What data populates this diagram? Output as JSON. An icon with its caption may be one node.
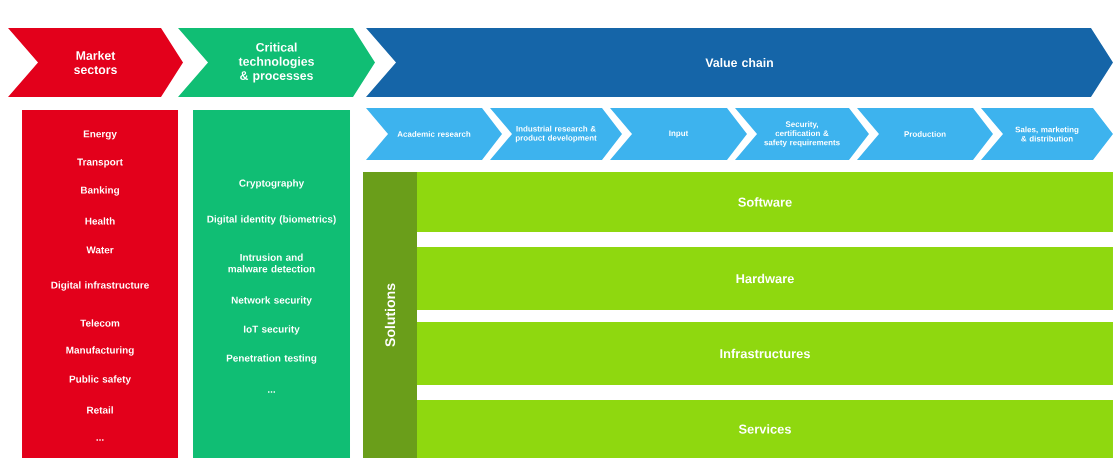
{
  "diagram": {
    "nodes": [
      {
        "text": [
          "Market sectors"
        ]
      },
      {
        "text": [
          "Critical technologies & processes"
        ]
      },
      {
        "text": [
          "Value chain"
        ]
      },
      {
        "text": [
          "Academic research"
        ]
      },
      {
        "text": [
          "Industrial research & product development"
        ]
      },
      {
        "text": [
          "Input"
        ]
      },
      {
        "text": [
          "Security, certification & safety requirements"
        ]
      },
      {
        "text": [
          "Production"
        ]
      },
      {
        "text": [
          "Sales, marketing & distribution"
        ]
      },
      {
        "text": [
          "Energy",
          "Transport",
          "Banking",
          "Health",
          "Water",
          "Digital infrastructure",
          "Telecom",
          "Manufacturing",
          "Public safety",
          "Retail",
          "..."
        ]
      },
      {
        "text": [
          "Cryptography",
          "Digital identity (biometrics)",
          "Intrusion and malware detection",
          "Network security",
          "IoT security",
          "Penetration testing",
          "..."
        ]
      },
      {
        "text": [
          "Solutions"
        ]
      },
      {
        "text": [
          "Software"
        ]
      },
      {
        "text": [
          "Hardware"
        ]
      },
      {
        "text": [
          "Infrastructures"
        ]
      },
      {
        "text": [
          "Services"
        ]
      }
    ]
  }
}
